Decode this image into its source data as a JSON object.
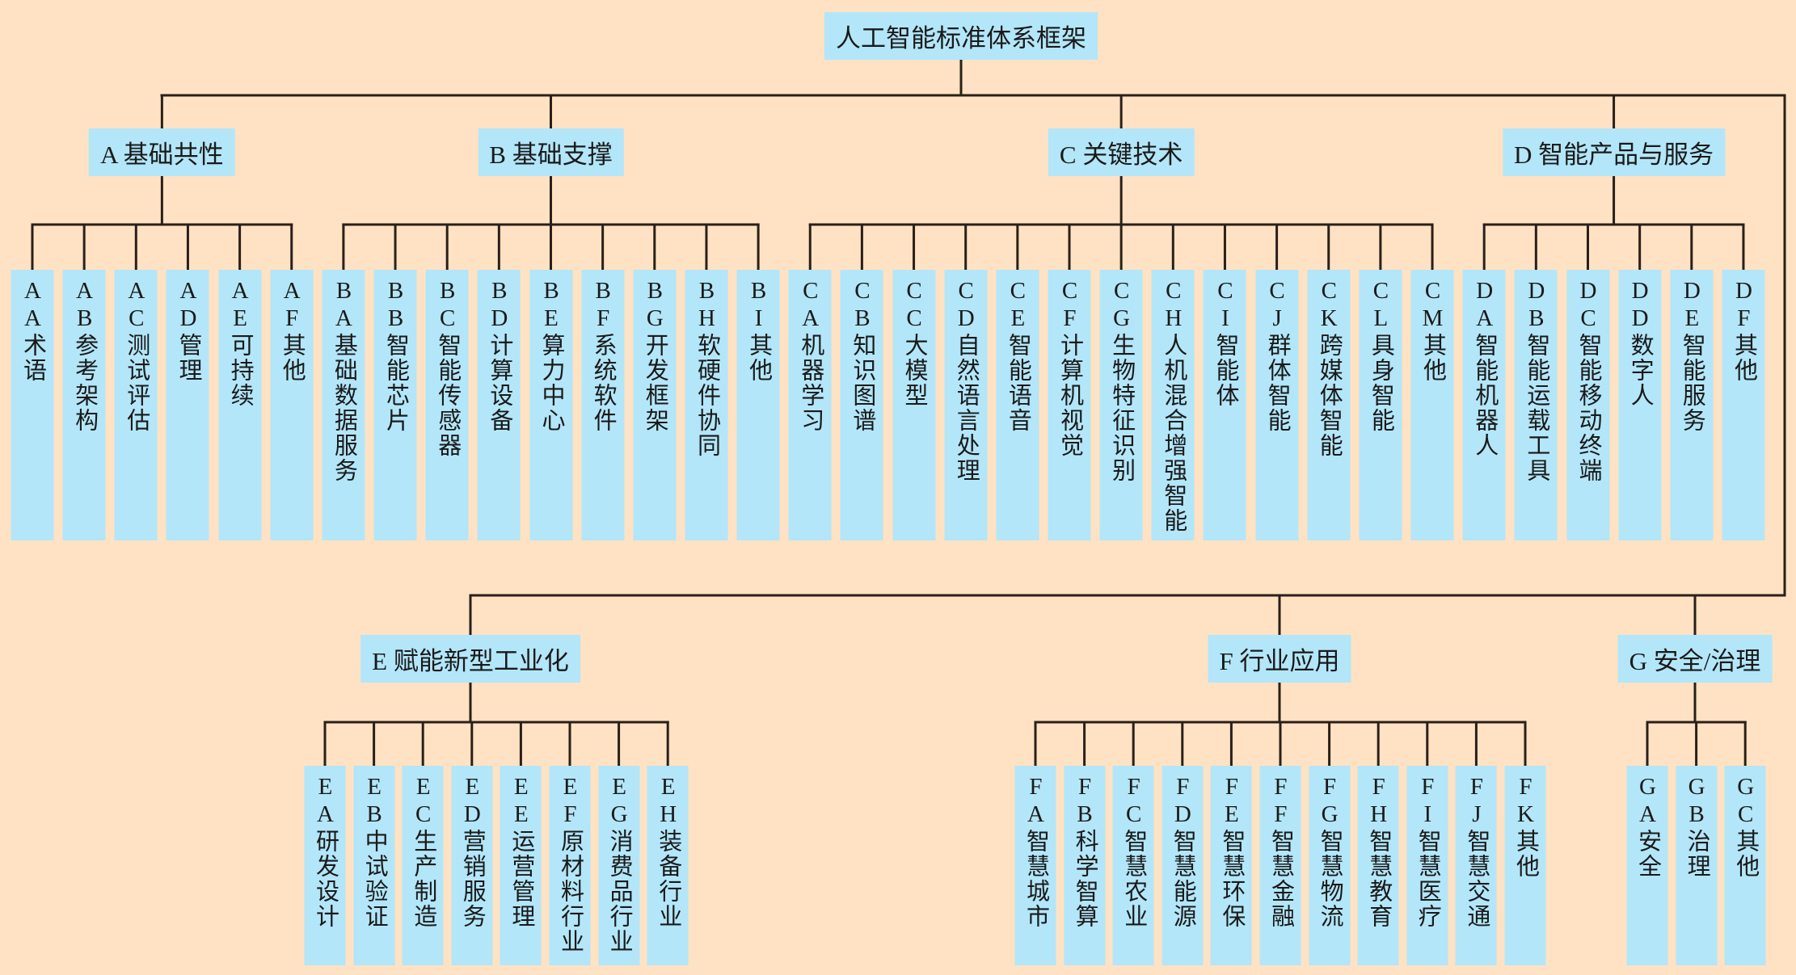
{
  "root": "人工智能标准体系框架",
  "colors": {
    "background": "#fee2c3",
    "box": "#b3e6f9",
    "line": "#2a1f1a"
  },
  "top_groups": [
    {
      "label": "A 基础共性",
      "children": [
        "AA术语",
        "AB参考架构",
        "AC测试评估",
        "AD管理",
        "AE可持续",
        "AF其他"
      ]
    },
    {
      "label": "B 基础支撑",
      "children": [
        "BA基础数据服务",
        "BB智能芯片",
        "BC智能传感器",
        "BD计算设备",
        "BE算力中心",
        "BF系统软件",
        "BG开发框架",
        "BH软硬件协同",
        "BI其他"
      ]
    },
    {
      "label": "C 关键技术",
      "children": [
        "CA机器学习",
        "CB知识图谱",
        "CC大模型",
        "CD自然语言处理",
        "CE智能语音",
        "CF计算机视觉",
        "CG生物特征识别",
        "CH人机混合增强智能",
        "CI智能体",
        "CJ群体智能",
        "CK跨媒体智能",
        "CL具身智能",
        "CM其他"
      ]
    },
    {
      "label": "D 智能产品与服务",
      "children": [
        "DA智能机器人",
        "DB智能运载工具",
        "DC智能移动终端",
        "DD数字人",
        "DE智能服务",
        "DF其他"
      ]
    }
  ],
  "bottom_groups": [
    {
      "label": "E 赋能新型工业化",
      "children": [
        "EA研发设计",
        "EB中试验证",
        "EC生产制造",
        "ED营销服务",
        "EE运营管理",
        "EF原材料行业",
        "EG消费品行业",
        "EH装备行业"
      ]
    },
    {
      "label": "F 行业应用",
      "children": [
        "FA智慧城市",
        "FB科学智算",
        "FC智慧农业",
        "FD智慧能源",
        "FE智慧环保",
        "FF智慧金融",
        "FG智慧物流",
        "FH智慧教育",
        "FI智慧医疗",
        "FJ智慧交通",
        "FK其他"
      ]
    },
    {
      "label": "G 安全/治理",
      "children": [
        "GA安全",
        "GB治理",
        "GC其他"
      ]
    }
  ]
}
